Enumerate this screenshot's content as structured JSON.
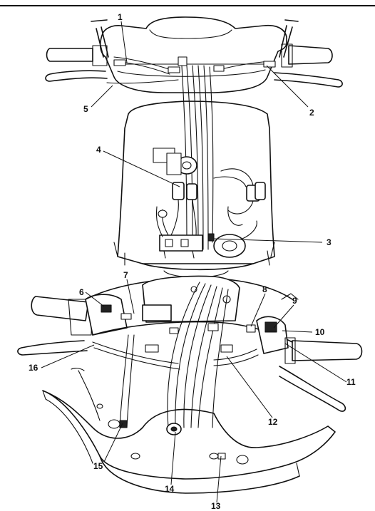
{
  "figure": {
    "top_view": {
      "callouts": [
        "1",
        "2",
        "3",
        "4",
        "5"
      ]
    },
    "bottom_view": {
      "callouts": [
        "6",
        "7",
        "8",
        "9",
        "10",
        "11",
        "12",
        "13",
        "14",
        "15",
        "16"
      ]
    }
  },
  "colors": {
    "ink": "#111111",
    "paper": "#ffffff"
  }
}
